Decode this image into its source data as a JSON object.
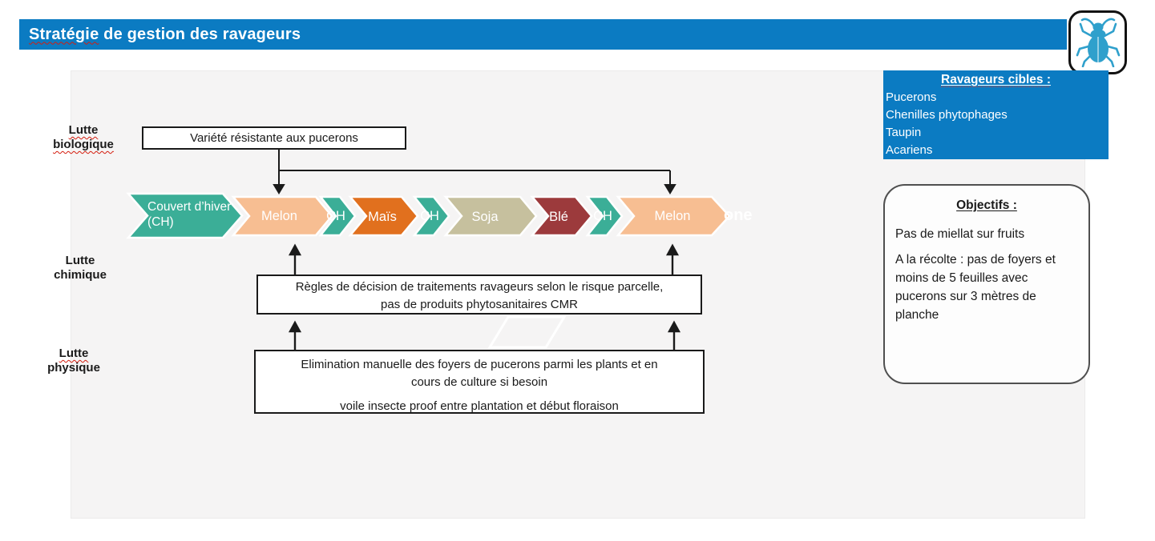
{
  "header": {
    "title_accent": "Stratégie",
    "title_rest": " de gestion des ravageurs"
  },
  "icons": {
    "header_icon": "beetle-icon"
  },
  "colors": {
    "header_blue": "#0b7bc2",
    "teal": "#3bae97",
    "melon_peach": "#f7be92",
    "mais_orange": "#e1701e",
    "soja_tan": "#c6c09e",
    "ble_darkred": "#9c3a3c",
    "squiggle_red": "#d41d0e",
    "panel_gray": "#f5f4f4"
  },
  "ravageurs": {
    "title": "Ravageurs cibles :",
    "items": [
      "Pucerons",
      "Chenilles phytophages",
      "Taupin",
      "Acariens"
    ]
  },
  "objectifs": {
    "title": "Objectifs :",
    "par1": "Pas de miellat sur fruits",
    "par2": "A la récolte : pas de foyers et moins de 5 feuilles avec pucerons sur 3 mètres de planche"
  },
  "lutte": {
    "biologique": {
      "line1": "Lutte",
      "line2": "biologique"
    },
    "chimique": {
      "line1": "Lutte",
      "line2": "chimique"
    },
    "physique": {
      "line1": "Lutte",
      "line2": "physique"
    }
  },
  "annotations": {
    "variete": "Variété résistante aux pucerons",
    "chimique_line1": "Règles de décision de traitements ravageurs selon le risque parcelle,",
    "chimique_line2": "pas de produits phytosanitaires CMR",
    "physique_par1_line1": "Elimination manuelle des foyers de pucerons parmi les plants et en",
    "physique_par1_line2": "cours de culture si besoin",
    "physique_par2": "voile insecte proof entre plantation et début floraison"
  },
  "timeline": {
    "chevrons": [
      {
        "label": "Couvert d’hiver (CH)",
        "color": "#3bae97"
      },
      {
        "label": "Melon",
        "color": "#f7be92"
      },
      {
        "label": "CH",
        "color": "#3bae97"
      },
      {
        "label": "Maïs",
        "color": "#e1701e"
      },
      {
        "label": "CH",
        "color": "#3bae97"
      },
      {
        "label": "Soja",
        "color": "#c6c09e"
      },
      {
        "label": "Blé",
        "color": "#9c3a3c"
      },
      {
        "label": "CH",
        "color": "#3bae97"
      },
      {
        "label": "Melon",
        "color": "#f7be92"
      }
    ],
    "overflow_text": "one"
  }
}
